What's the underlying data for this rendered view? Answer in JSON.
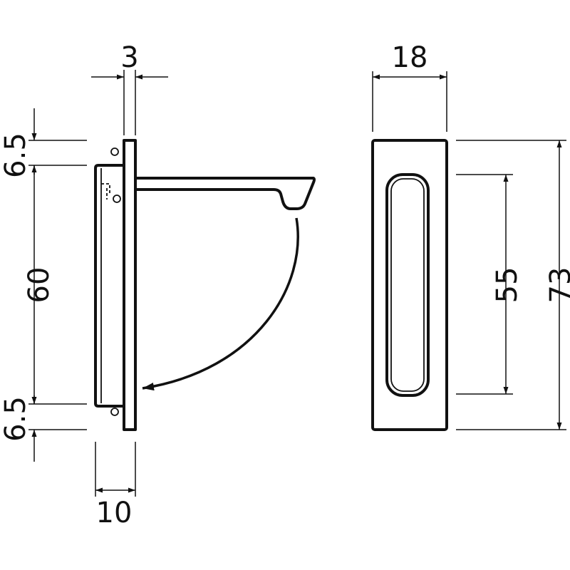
{
  "colors": {
    "line": "#111111",
    "background": "#ffffff"
  },
  "dimensions": {
    "side_thickness": "3",
    "top_margin": "6.5",
    "inner_height": "60",
    "bottom_margin": "6.5",
    "side_depth": "10",
    "front_width": "18",
    "recess_height": "55",
    "total_height": "73"
  }
}
